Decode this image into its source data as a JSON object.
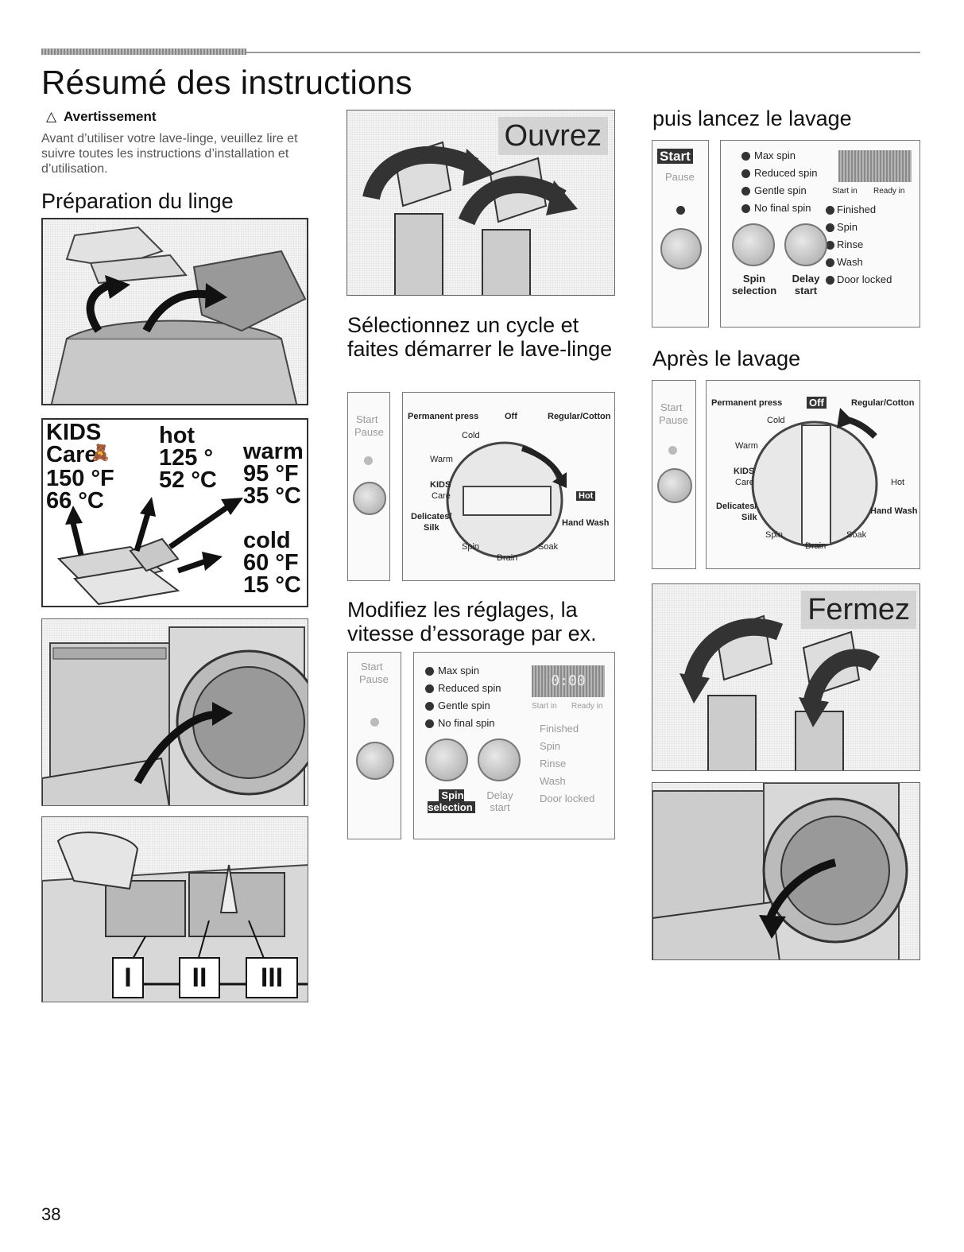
{
  "page": {
    "title": "Résumé des instructions",
    "warning_title": "Avertissement",
    "warning_text": "Avant d’utiliser votre lave-linge, veuillez lire et suivre toutes les instructions d’installation et d’utilisation.",
    "section_preparation": "Préparation du linge",
    "section_select": "Sélectionnez un cycle et faites démarrer le lave-linge",
    "section_modify": "Modifiez les réglages, la vitesse d’essorage par ex.",
    "section_start": "puis lancez le lavage",
    "section_after": "Après le lavage",
    "page_number": "38"
  },
  "faucet_labels": {
    "open": "Ouvrez",
    "close": "Fermez"
  },
  "temperatures": {
    "kids_care": "KIDS Care",
    "kids_f": "150 °F",
    "kids_c": "66 °C",
    "hot": "hot",
    "hot_f": "125 °",
    "hot_c": "52 °C",
    "warm": "warm",
    "warm_f": "95 °F",
    "warm_c": "35 °C",
    "cold": "cold",
    "cold_f": "60 °F",
    "cold_c": "15 °C"
  },
  "dispenser": {
    "compartments": [
      "I",
      "II",
      "III"
    ]
  },
  "control_panel": {
    "start": "Start",
    "pause": "Pause",
    "spin_options": [
      "Max spin",
      "Reduced spin",
      "Gentle spin",
      "No final spin"
    ],
    "display_value": "0:00",
    "start_in": "Start in",
    "ready_in": "Ready in",
    "status": [
      "Finished",
      "Spin",
      "Rinse",
      "Wash",
      "Door locked"
    ],
    "spin_selection": "Spin selection",
    "delay_start": "Delay start"
  },
  "cycle_dial": {
    "permanent_press": "Permanent press",
    "off": "Off",
    "regular_cotton": "Regular/Cotton",
    "cold": "Cold",
    "warm": "Warm",
    "kids": "KIDS",
    "care": "Care",
    "delicates": "Delicates/",
    "silk": "Silk",
    "hot": "Hot",
    "hand_wash": "Hand Wash",
    "spin": "Spin",
    "soak": "Soak",
    "drain": "Drain"
  }
}
